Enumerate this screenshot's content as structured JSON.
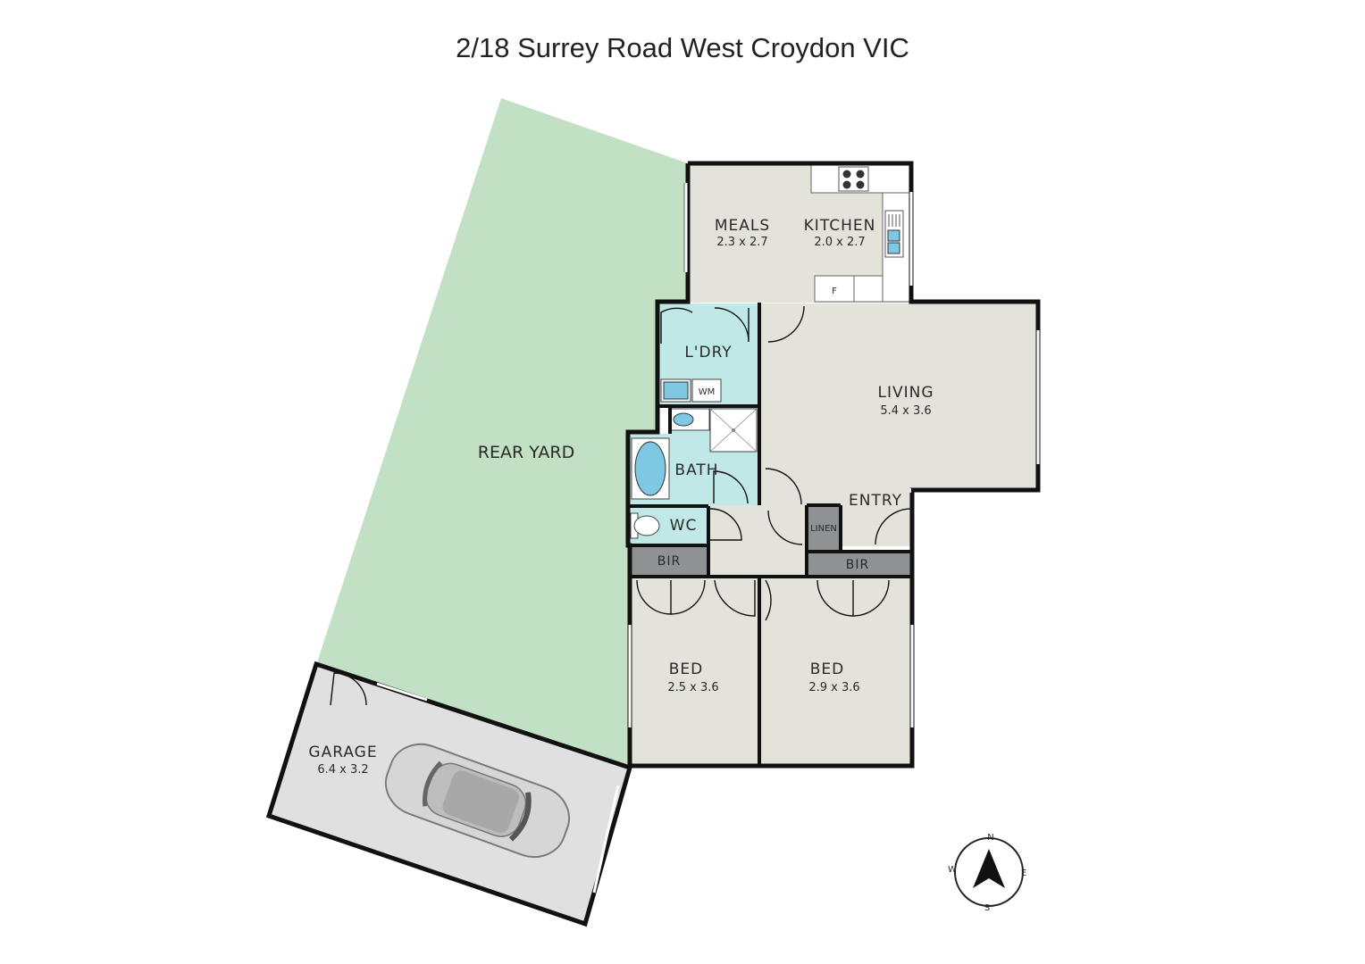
{
  "title": "2/18 Surrey Road West Croydon VIC",
  "rooms": {
    "meals": {
      "name": "MEALS",
      "dim": "2.3 x 2.7"
    },
    "kitchen": {
      "name": "KITCHEN",
      "dim": "2.0 x 2.7"
    },
    "laundry": {
      "name": "L'DRY"
    },
    "living": {
      "name": "LIVING",
      "dim": "5.4 x 3.6"
    },
    "bath": {
      "name": "BATH"
    },
    "wc": {
      "name": "WC"
    },
    "entry": {
      "name": "ENTRY"
    },
    "linen": {
      "name": "LINEN"
    },
    "bir_left": {
      "name": "BIR"
    },
    "bir_right": {
      "name": "BIR"
    },
    "bed_left": {
      "name": "BED",
      "dim": "2.5 x 3.6"
    },
    "bed_right": {
      "name": "BED",
      "dim": "2.9 x 3.6"
    },
    "rear_yard": {
      "name": "REAR YARD"
    },
    "garage": {
      "name": "GARAGE",
      "dim": "6.4 x 3.2"
    }
  },
  "fixtures": {
    "fridge": "F",
    "washing_machine": "WM"
  },
  "compass": {
    "n": "N",
    "e": "E",
    "s": "S",
    "w": "W"
  },
  "colors": {
    "yard": "#c2e0c3",
    "floor": "#e3e2db",
    "wet_area": "#bfe8e6",
    "storage": "#8f9193",
    "garage": "#e0e0e0"
  }
}
